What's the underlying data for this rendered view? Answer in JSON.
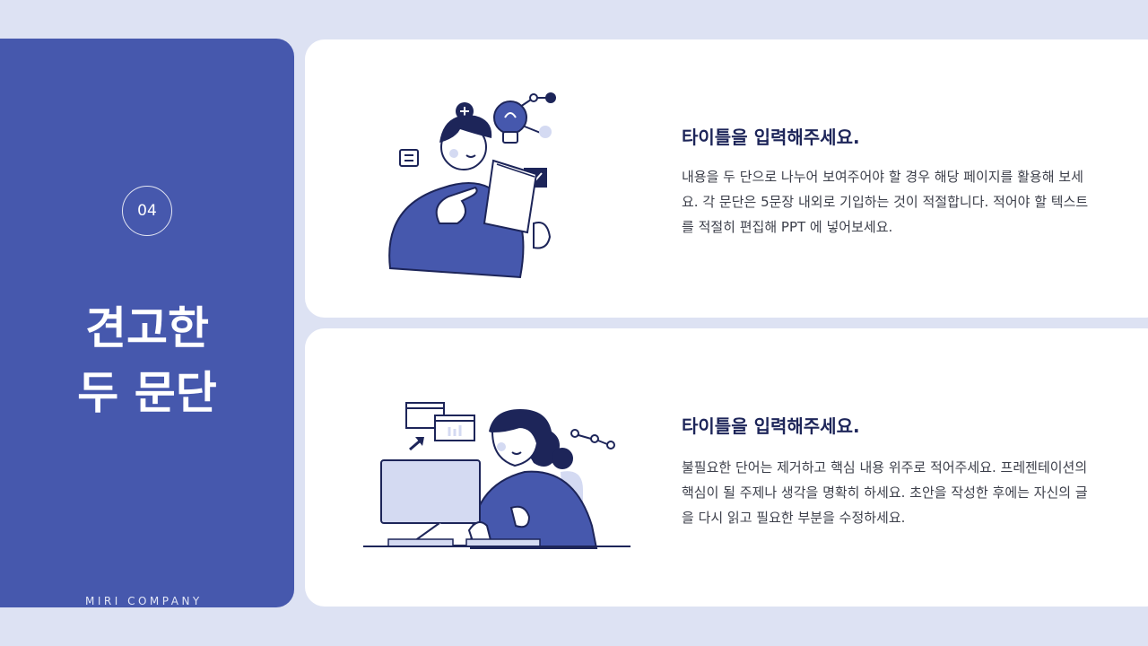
{
  "sidebar": {
    "number": "04",
    "title_line1": "견고한",
    "title_line2": "두 문단",
    "company": "MIRI COMPANY"
  },
  "cards": [
    {
      "title": "타이틀을 입력해주세요.",
      "body": "내용을 두 단으로 나누어 보여주어야 할 경우 해당 페이지를 활용해 보세요. 각 문단은 5문장 내외로 기입하는 것이 적절합니다. 적어야 할 텍스트를 적절히 편집해 PPT 에 넣어보세요.",
      "illustration": "person-reading-idea-icon"
    },
    {
      "title": "타이틀을 입력해주세요.",
      "body": "불필요한 단어는 제거하고 핵심 내용 위주로 적어주세요. 프레젠테이션의 핵심이 될 주제나 생각을 명확히 하세요. 초안을 작성한 후에는 자신의 글을 다시 읽고 필요한 부분을 수정하세요.",
      "illustration": "person-at-computer-icon"
    }
  ],
  "colors": {
    "primary": "#4658ad",
    "navy": "#1d2559",
    "background": "#dde2f3",
    "light": "#d4daf2"
  }
}
